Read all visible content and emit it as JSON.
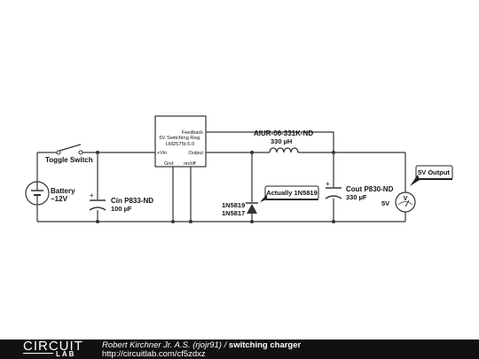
{
  "schematic": {
    "battery": {
      "name": "Battery",
      "value": "~12V"
    },
    "switch": {
      "name": "Toggle Switch"
    },
    "cin": {
      "name": "Cin P833-ND",
      "value": "100 µF",
      "polarity": "+"
    },
    "regulator": {
      "line1": "5V Switching Reg.",
      "line2": "LM2575t-5.0",
      "feedback": "Feedback",
      "vin": "+Vin",
      "output": "Output",
      "gnd": "Gnd",
      "onoff": "on/off"
    },
    "inductor": {
      "name": "AIUR-06-331K-ND",
      "value": "330 µH"
    },
    "diode": {
      "name1": "1N5819",
      "name2": "1N5817",
      "callout": "Actually 1N5819"
    },
    "cout": {
      "name": "Cout P830-ND",
      "value": "330 µF",
      "polarity": "+"
    },
    "voltmeter": {
      "symbol": "V",
      "value": "5V",
      "callout": "5V Output"
    }
  },
  "footer": {
    "logo_circuit": "CIRCUIT",
    "logo_lab": "LAB",
    "author": "Robert Kirchner Jr. A.S. (rjojr91)",
    "separator": " / ",
    "title": "switching charger",
    "url": "http://circuitlab.com/cf5zdxz"
  }
}
